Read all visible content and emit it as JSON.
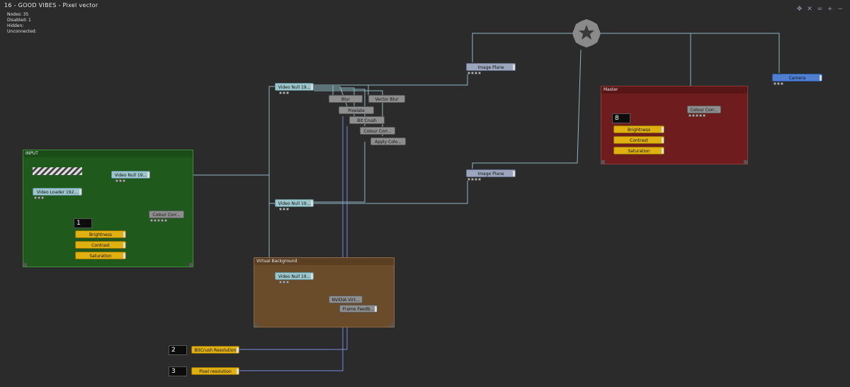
{
  "header": {
    "title": "16 - GOOD VIBES - Pixel vector"
  },
  "stats": {
    "nodes": "Nodes: 35",
    "disabled": "Disabled: 1",
    "hidden": "Hidden:",
    "unconnected": "Unconnected:"
  },
  "toolbar": {
    "icons": "move-icon close-icon equals-icon plus-icon minus-icon",
    "glyphs": "✥ ✕ = + −"
  },
  "groups": {
    "input": {
      "title": "INPUT",
      "color": "#1f5a1c"
    },
    "virtual": {
      "title": "Virtual Background",
      "color": "#6a4b2a"
    },
    "master": {
      "title": "Master",
      "color": "#6e1c1c"
    }
  },
  "nodes": {
    "video_null_top": "Video Null 19...",
    "blur": "Blur",
    "vector_blur": "Vector Blur",
    "pixelate": "Pixelate",
    "bit_crush": "Bit Crush",
    "colour_corr_mid": "Colour Corr...",
    "apply_colo": "Apply Colo...",
    "image_plane_top": "Image Plane",
    "image_plane_mid": "Image Plane",
    "camera": "Camera",
    "colour_corr_master": "Colour Corr...",
    "brightness_master": "Brightness",
    "contrast_master": "Contrast",
    "saturation_master": "Saturation",
    "video_null_input": "Video Null 19...",
    "video_loader": "Video Loader 192...",
    "colour_corr_input": "Colour Corr...",
    "brightness_input": "Brightness",
    "contrast_input": "Contrast",
    "saturation_input": "Saturation",
    "video_null_mid": "Video Null 19...",
    "video_null_virtual": "Video Null 19...",
    "nvidia_virt": "NVIDIA Virt...",
    "frame_feedb": "Frame Feedb...",
    "bitcrush_resolution": "BitCrush Resolution",
    "pixel_resolution": "Pixel resolution"
  },
  "values": {
    "master_value": "8",
    "input_value": "1",
    "bitcrush_value": "2",
    "pixel_value": "3"
  },
  "colors": {
    "background": "#2b2b2b",
    "wire": "#8fb8c0",
    "wire_param": "#7a8ed8",
    "yellow_node": "#e0b010"
  }
}
